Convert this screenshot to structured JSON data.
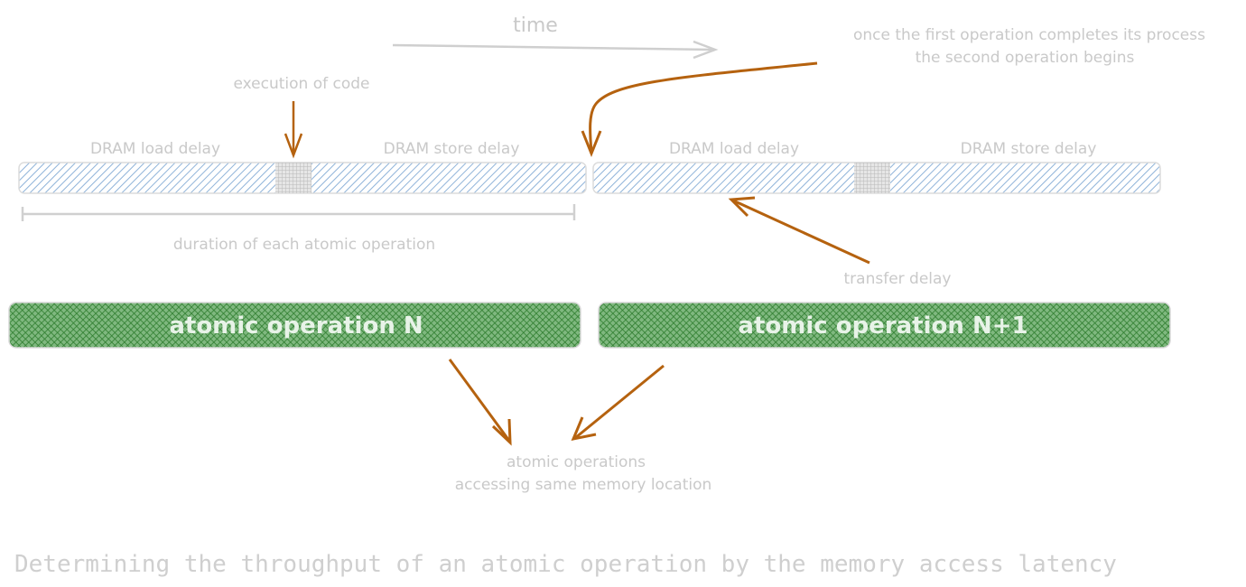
{
  "diagram": {
    "time_label": "time",
    "annotation_top": [
      "once the first operation completes its process",
      "the second operation begins"
    ],
    "execution_label": "execution of code",
    "segments": {
      "op1_load": "DRAM load delay",
      "op1_store": "DRAM store delay",
      "op2_load": "DRAM load delay",
      "op2_store": "DRAM store delay"
    },
    "duration_label": "duration of each atomic operation",
    "transfer_label": "transfer delay",
    "operations": [
      "atomic operation N",
      "atomic operation N+1"
    ],
    "bottom_note": [
      "atomic operations",
      "accessing same memory location"
    ],
    "caption": "Determining the throughput of an atomic operation by the memory access latency"
  },
  "colors": {
    "arrow": "#b5620f",
    "muted": "#c9c9c9",
    "latency_bar": "#8fb3d9",
    "operation_bar": "#2f8a2f"
  }
}
